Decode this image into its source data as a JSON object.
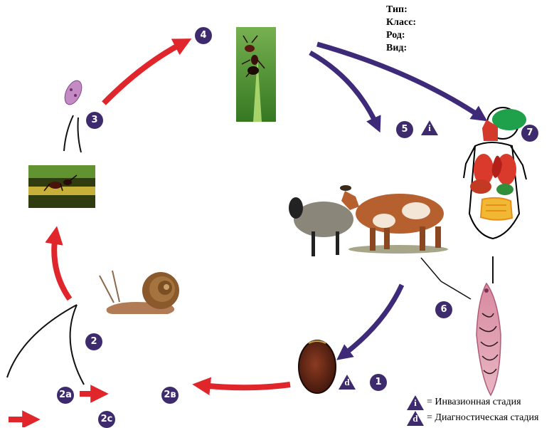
{
  "taxonomy": {
    "type": "Тип:",
    "class": "Класс:",
    "genus": "Род:",
    "species": "Вид:"
  },
  "stages": {
    "s1": "1",
    "s2": "2",
    "s2a": "2a",
    "s2b": "2в",
    "s2c": "2c",
    "s3": "3",
    "s4": "4",
    "s5": "5",
    "s6": "6",
    "s7": "7"
  },
  "markers": {
    "infective": "i",
    "diagnostic": "d"
  },
  "legend": {
    "infective_text": "= Инвазионная стадия",
    "diagnostic_text": "= Диагностическая стадия"
  },
  "colors": {
    "red_arrow": "#e0262b",
    "blue_arrow": "#3d2a78",
    "marker": "#3d2b6e"
  }
}
